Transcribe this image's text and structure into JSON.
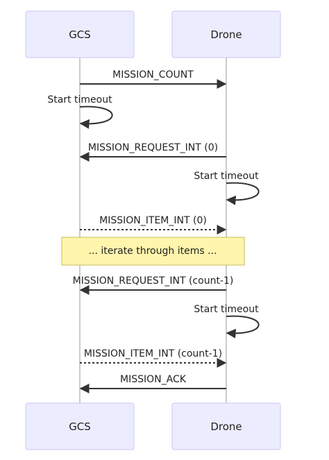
{
  "actors": [
    {
      "id": "gcs",
      "label": "GCS"
    },
    {
      "id": "drone",
      "label": "Drone"
    }
  ],
  "messages": [
    {
      "kind": "arrow",
      "from": "gcs",
      "to": "drone",
      "style": "solid",
      "label": "MISSION_COUNT"
    },
    {
      "kind": "self",
      "actor": "gcs",
      "label": "Start timeout"
    },
    {
      "kind": "arrow",
      "from": "drone",
      "to": "gcs",
      "style": "solid",
      "label": "MISSION_REQUEST_INT (0)"
    },
    {
      "kind": "self",
      "actor": "drone",
      "label": "Start timeout"
    },
    {
      "kind": "arrow",
      "from": "gcs",
      "to": "drone",
      "style": "dotted",
      "label": "MISSION_ITEM_INT (0)"
    },
    {
      "kind": "note",
      "label": "... iterate through items ..."
    },
    {
      "kind": "arrow",
      "from": "drone",
      "to": "gcs",
      "style": "solid",
      "label": "MISSION_REQUEST_INT (count-1)"
    },
    {
      "kind": "self",
      "actor": "drone",
      "label": "Start timeout"
    },
    {
      "kind": "arrow",
      "from": "gcs",
      "to": "drone",
      "style": "dotted",
      "label": "MISSION_ITEM_INT (count-1)"
    },
    {
      "kind": "arrow",
      "from": "drone",
      "to": "gcs",
      "style": "solid",
      "label": "MISSION_ACK"
    }
  ],
  "colors": {
    "actor_fill": "#ECECFF",
    "actor_border": "#C8C8F0",
    "lifeline": "#999999",
    "arrow": "#333333",
    "note_fill": "#FFF5AD",
    "note_border": "#C8BC5A"
  }
}
